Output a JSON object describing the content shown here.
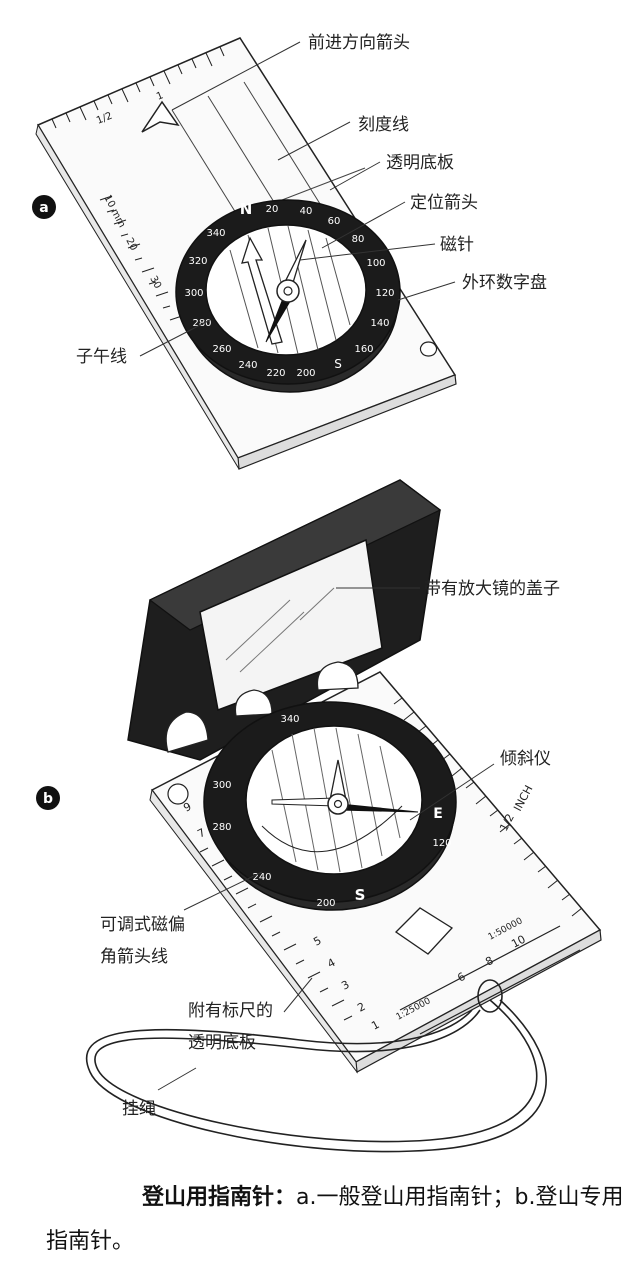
{
  "figure_a": {
    "letter": "a",
    "labels": {
      "direction_arrow": "前进方向箭头",
      "scale_lines": "刻度线",
      "base_plate": "透明底板",
      "orienting_arrow": "定位箭头",
      "needle": "磁针",
      "dial": "外环数字盘",
      "meridian": "子午线"
    },
    "bezel_north": "N",
    "bezel_numbers": [
      "20",
      "40",
      "60",
      "80",
      "100",
      "120",
      "140",
      "160",
      "S",
      "200",
      "220",
      "240",
      "260",
      "280",
      "300",
      "320",
      "340"
    ],
    "ruler_text": [
      "10",
      "mm",
      "20",
      "30",
      "1/2",
      "1"
    ]
  },
  "figure_b": {
    "letter": "b",
    "labels": {
      "lid": "带有放大镜的盖子",
      "clinometer": "倾斜仪",
      "declination_1": "可调式磁偏",
      "declination_2": "角箭头线",
      "base_1": "附有标尺的",
      "base_2": "透明底板",
      "lanyard": "挂绳"
    },
    "bezel_marks": [
      "340",
      "E",
      "120",
      "S",
      "200",
      "240",
      "280",
      "300"
    ],
    "ruler_text": [
      "INCH",
      "1/2",
      "1:25000",
      "1:50000",
      "1",
      "2",
      "3",
      "4",
      "5",
      "6",
      "7",
      "8",
      "9",
      "10"
    ]
  },
  "caption": {
    "bold": "登山用指南针：",
    "rest": "a.一般登山用指南针；b.登山专用指南针。"
  }
}
